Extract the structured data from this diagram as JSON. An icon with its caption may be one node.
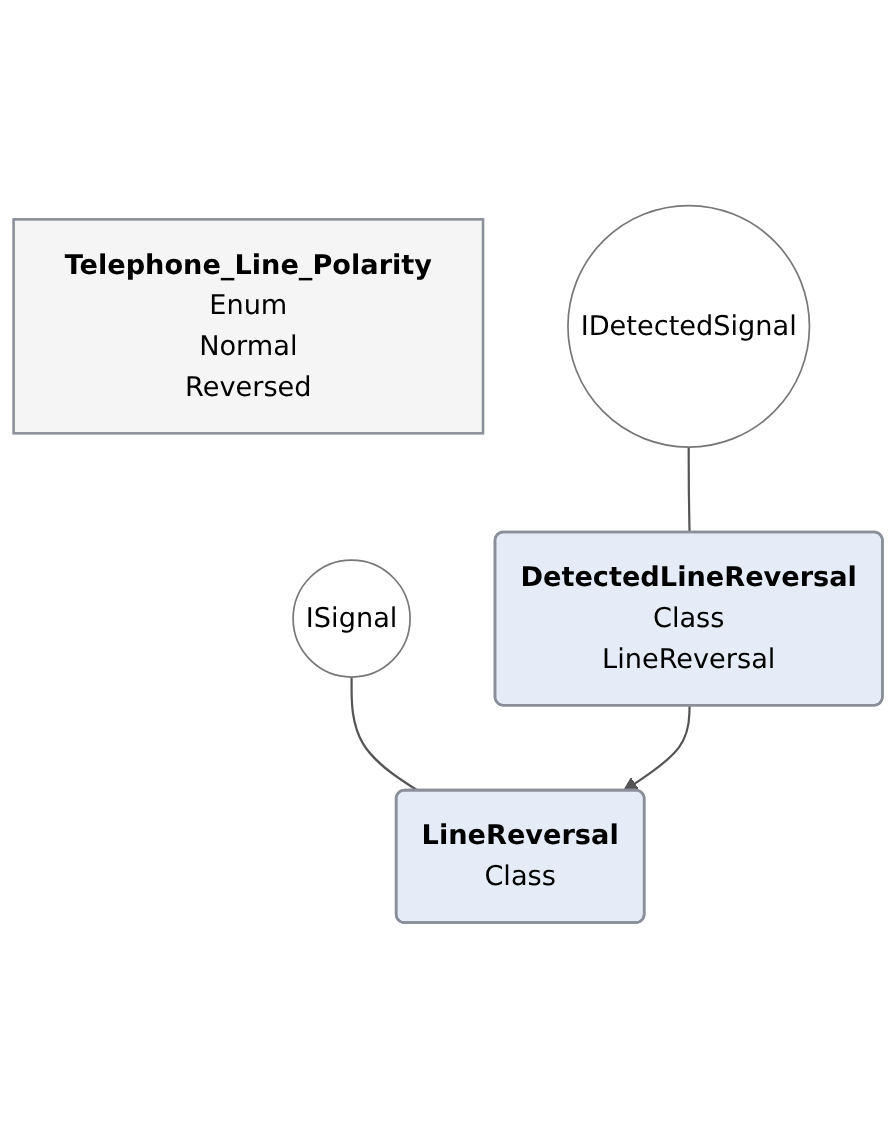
{
  "diagram": {
    "nodes": [
      {
        "text": [
          "Telephone_Line_Polarity",
          "Enum",
          "Normal",
          "Reversed"
        ]
      },
      {
        "text": [
          "ISignal"
        ]
      },
      {
        "text": [
          "LineReversal",
          "Class"
        ]
      },
      {
        "text": [
          "IDetectedSignal"
        ]
      },
      {
        "text": [
          "DetectedLineReversal",
          "Class",
          "LineReversal"
        ]
      }
    ],
    "edges": [
      {
        "from": 1,
        "to": 2,
        "arrow": "none"
      },
      {
        "from": 4,
        "to": 2,
        "arrow": "to"
      },
      {
        "from": 3,
        "to": 4,
        "arrow": "none"
      }
    ]
  }
}
